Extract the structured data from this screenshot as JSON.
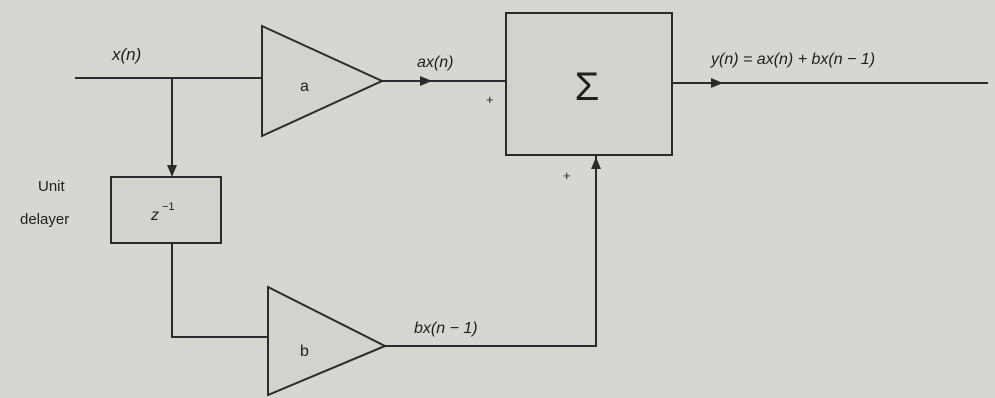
{
  "signals": {
    "input": "x(n)",
    "a_output": "ax(n)",
    "b_output": "bx(n − 1)",
    "output": "y(n) = ax(n) + bx(n − 1)"
  },
  "blocks": {
    "gain_a": "a",
    "gain_b": "b",
    "summer": "Σ",
    "delay": "z",
    "delay_exponent": "−1"
  },
  "labels": {
    "unit_delayer_line1": "Unit",
    "unit_delayer_line2": "delayer",
    "plus_top": "+",
    "plus_bottom": "+"
  },
  "colors": {
    "background": "#d8d6d1",
    "stroke": "#2b2b2b",
    "text": "#1e1e1e"
  }
}
